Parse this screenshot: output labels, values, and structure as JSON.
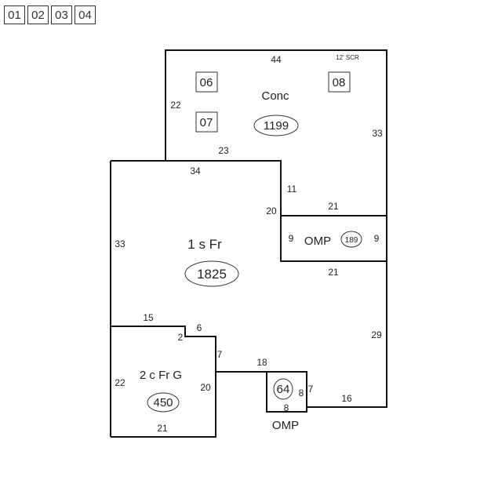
{
  "tabs": [
    "01",
    "02",
    "03",
    "04"
  ],
  "areas": {
    "conc": {
      "label": "Conc",
      "area": "1199",
      "note": "12' SCR"
    },
    "main": {
      "label": "1 s Fr",
      "area": "1825"
    },
    "omp1": {
      "label": "OMP",
      "area": "189"
    },
    "garage": {
      "label": "2 c Fr G",
      "area": "450"
    },
    "omp2": {
      "label": "OMP",
      "area": "64"
    }
  },
  "boxes": [
    "06",
    "07",
    "08"
  ],
  "dimensions": {
    "d44": "44",
    "d22a": "22",
    "d33a": "33",
    "d23": "23",
    "d34": "34",
    "d11": "11",
    "d20a": "20",
    "d21a": "21",
    "d9a": "9",
    "d9b": "9",
    "d21b": "21",
    "d33b": "33",
    "d15": "15",
    "d6": "6",
    "d2": "2",
    "d29": "29",
    "d7a": "7",
    "d18": "18",
    "d22b": "22",
    "d20b": "20",
    "d21c": "21",
    "d8a": "8",
    "d7b": "7",
    "d8b": "8",
    "d16": "16"
  }
}
